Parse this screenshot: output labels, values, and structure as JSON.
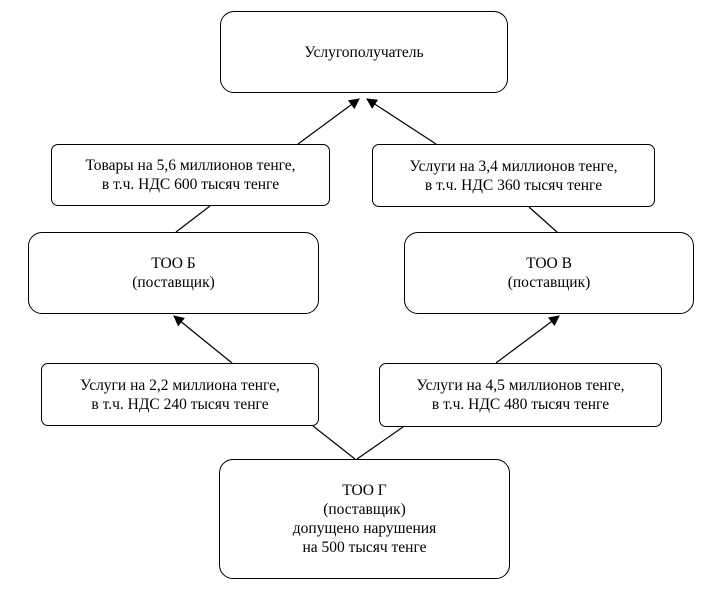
{
  "nodes": {
    "recipient": {
      "lines": [
        "Услугополучатель"
      ]
    },
    "goods_to_recipient": {
      "lines": [
        "Товары на 5,6 миллионов тенге,",
        "в т.ч. НДС 600 тысяч тенге"
      ]
    },
    "services_to_recipient": {
      "lines": [
        "Услуги на 3,4 миллионов тенге,",
        "в т.ч. НДС 360 тысяч тенге"
      ]
    },
    "too_b": {
      "lines": [
        "ТОО Б",
        "(поставщик)"
      ]
    },
    "too_v": {
      "lines": [
        "ТОО В",
        "(поставщик)"
      ]
    },
    "services_to_b": {
      "lines": [
        "Услуги на 2,2 миллиона тенге,",
        "в т.ч. НДС 240 тысяч тенге"
      ]
    },
    "services_to_v": {
      "lines": [
        "Услуги на 4,5 миллионов тенге,",
        "в т.ч. НДС 480 тысяч тенге"
      ]
    },
    "too_g": {
      "lines": [
        "ТОО Г",
        "(поставщик)",
        "допущено нарушения",
        "на 500 тысяч тенге"
      ]
    }
  }
}
